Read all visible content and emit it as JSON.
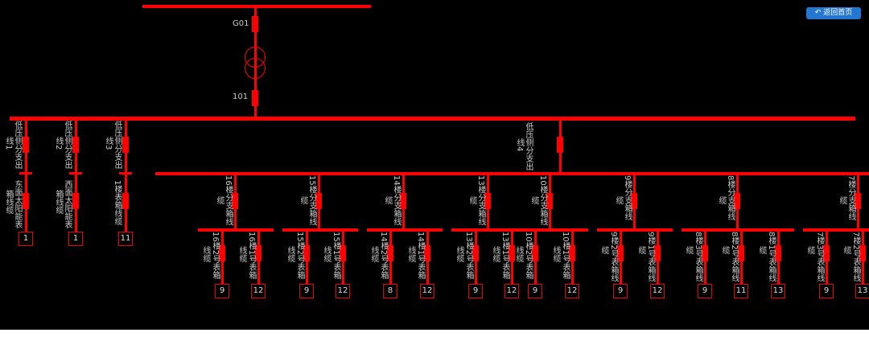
{
  "header": {
    "home_button": "返回首页",
    "home_icon": "back-arrow-icon"
  },
  "transformer": {
    "upper_breaker": "G01",
    "lower_breaker": "101"
  },
  "left_feeders": [
    {
      "label_a": "低压侧分支出",
      "label_b": "线1",
      "label_c": "东面太阳能表",
      "label_d": "箱线缆",
      "value": "1"
    },
    {
      "label_a": "低压侧分支出",
      "label_b": "线2",
      "label_c": "西面太阳能表",
      "label_d": "箱线缆",
      "value": "1"
    },
    {
      "label_a": "低压侧分支出",
      "label_b": "线3",
      "label_c": "1楼表箱线缆",
      "label_d": "",
      "value": "11"
    }
  ],
  "feeder4": {
    "label_a": "低压侧分支出",
    "label_b": "线4"
  },
  "branches": [
    {
      "label": "16楼分支箱线",
      "suffix": "缆"
    },
    {
      "label": "15楼分支箱线",
      "suffix": "缆"
    },
    {
      "label": "14楼分支箱线",
      "suffix": "缆"
    },
    {
      "label": "13楼分支箱线",
      "suffix": "缆"
    },
    {
      "label": "10楼分支箱线",
      "suffix": "缆"
    },
    {
      "label": "9楼分支箱线",
      "suffix": "缆"
    },
    {
      "label": "8楼分支箱线",
      "suffix": "缆"
    },
    {
      "label": "7楼分支箱线",
      "suffix": "缆"
    }
  ],
  "leaves": [
    {
      "label": "16楼2号表箱",
      "suffix": "线缆",
      "value": "9"
    },
    {
      "label": "16楼1号表箱",
      "suffix": "线缆",
      "value": "12"
    },
    {
      "label": "15楼2号表箱",
      "suffix": "线缆",
      "value": "9"
    },
    {
      "label": "15楼1号表箱",
      "suffix": "线缆",
      "value": "12"
    },
    {
      "label": "14楼2号表箱",
      "suffix": "线缆",
      "value": "8"
    },
    {
      "label": "14楼1号表箱",
      "suffix": "线缆",
      "value": "12"
    },
    {
      "label": "13楼2号表箱",
      "suffix": "线缆",
      "value": "9"
    },
    {
      "label": "13楼1号表箱",
      "suffix": "线缆",
      "value": "12"
    },
    {
      "label": "10楼2号表箱",
      "suffix": "线缆",
      "value": "9"
    },
    {
      "label": "10楼1号表箱",
      "suffix": "线缆",
      "value": "12"
    },
    {
      "label": "9楼2号表箱线",
      "suffix": "缆",
      "value": "9"
    },
    {
      "label": "9楼1号表箱线",
      "suffix": "缆",
      "value": "12"
    },
    {
      "label": "8楼3号表箱线",
      "suffix": "缆",
      "value": "9"
    },
    {
      "label": "8楼2号表箱线",
      "suffix": "缆",
      "value": "11"
    },
    {
      "label": "8楼1号表箱线",
      "suffix": "缆",
      "value": "13"
    },
    {
      "label": "7楼3号表箱线",
      "suffix": "缆",
      "value": "9"
    },
    {
      "label": "7楼2号表箱线",
      "suffix": "缆",
      "value": "13"
    }
  ]
}
